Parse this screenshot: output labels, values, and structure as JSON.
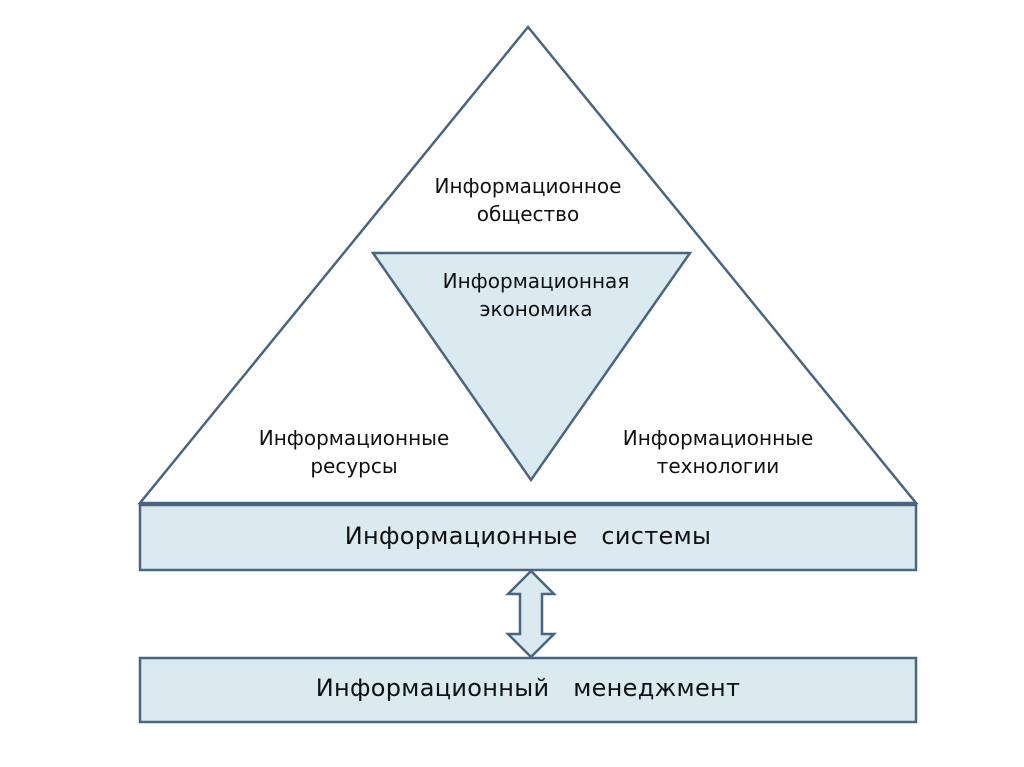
{
  "diagram": {
    "colors": {
      "stroke": "#4a6580",
      "fill_light": "#daeaf0",
      "background": "#ffffff",
      "text": "#111111"
    },
    "pyramid": {
      "apex_label": "Информационное\nобщество",
      "inner_triangle_label": "Информационная\nэкономика",
      "left_label": "Информационные\nресурсы",
      "right_label": "Информационные\nтехнологии"
    },
    "systems_box": {
      "label": "Информационные  системы"
    },
    "management_box": {
      "label": "Информационный  менеджмент"
    },
    "connector": {
      "icon": "double-arrow-vertical-icon"
    }
  }
}
